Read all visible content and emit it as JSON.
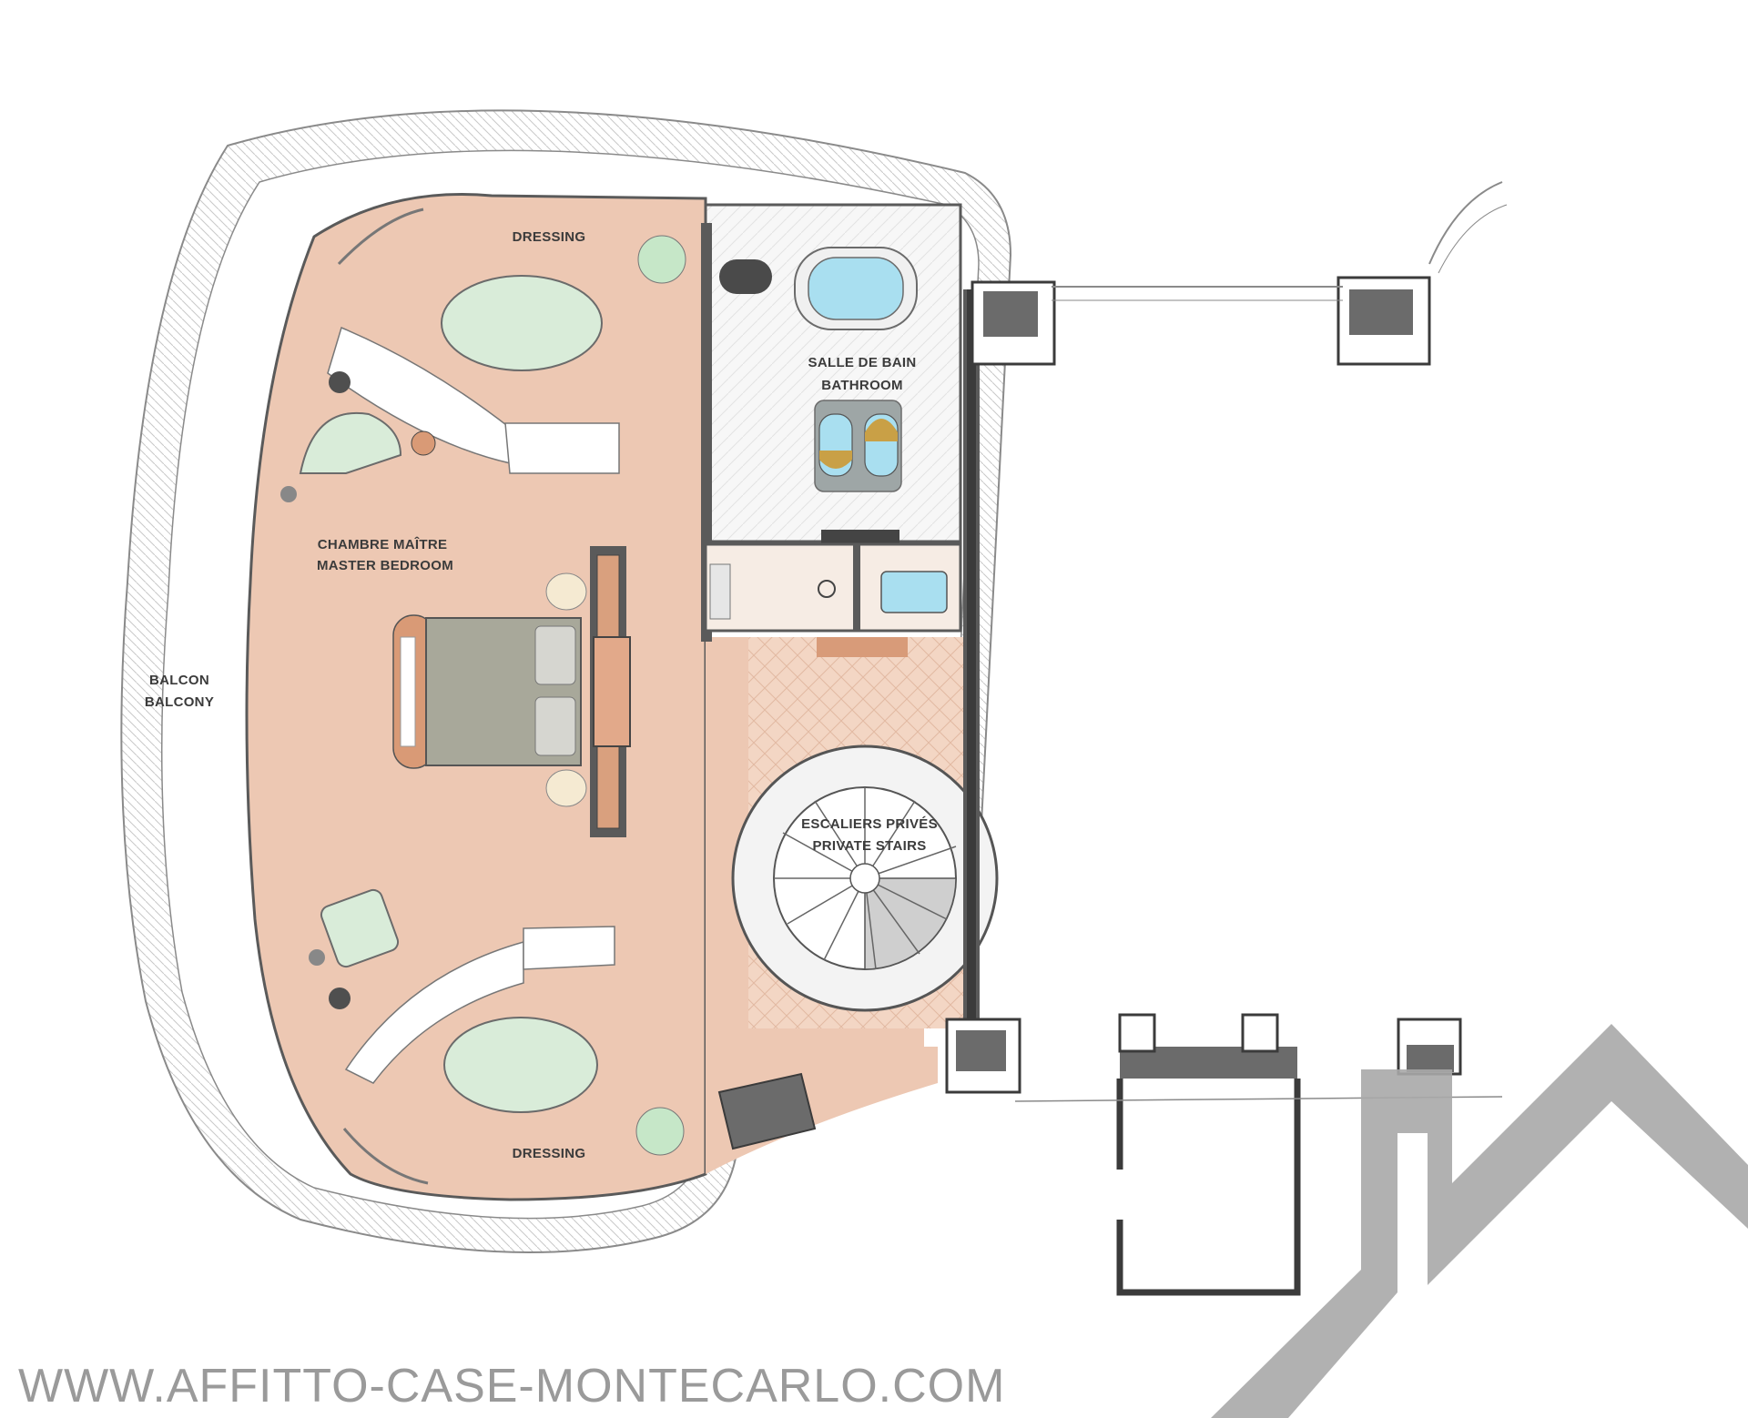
{
  "labels": {
    "dressing_top": "DRESSING",
    "dressing_bottom": "DRESSING",
    "bathroom_fr": "SALLE DE BAIN",
    "bathroom_en": "BATHROOM",
    "bedroom_fr": "CHAMBRE MAÎTRE",
    "bedroom_en": "MASTER BEDROOM",
    "balcony_fr": "BALCON",
    "balcony_en": "BALCONY",
    "stairs_fr": "ESCALIERS PRIVÉS",
    "stairs_en": "PRIVATE STAIRS"
  },
  "watermark": {
    "text": "WWW.AFFITTO-CASE-MONTECARLO.COM",
    "logo": "house-outline-logo"
  },
  "colors": {
    "floor": "#edc8b3",
    "wall": "#5a5a5a",
    "bath_floor": "#f5f5f5",
    "stair_floor": "#f3d6c4",
    "rug": "#d9ecd9",
    "bed": "#a8a89a",
    "watermark": "#9a9a9a"
  }
}
